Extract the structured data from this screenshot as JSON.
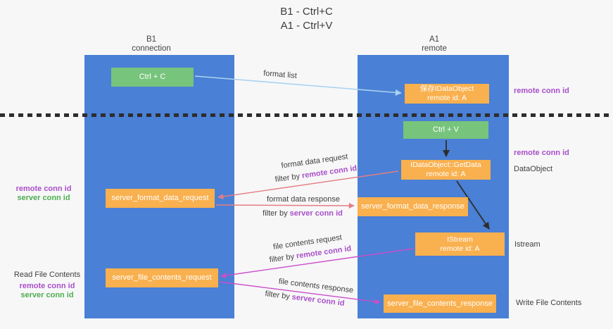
{
  "title": {
    "line1": "B1 - Ctrl+C",
    "line2": "A1 - Ctrl+V"
  },
  "columns": {
    "left": {
      "name": "B1",
      "role": "connection"
    },
    "right": {
      "name": "A1",
      "role": "remote"
    }
  },
  "nodes": {
    "ctrl_c": {
      "label": "Ctrl + C"
    },
    "save_dataobject": {
      "line1": "保存IDataObject",
      "line2": "remote id: A"
    },
    "ctrl_v": {
      "label": "Ctrl + V"
    },
    "getdata": {
      "line1": "IDataObject::GetData",
      "line2": "remote id: A"
    },
    "server_format_data_request": {
      "label": "server_format_data_request"
    },
    "server_format_data_response": {
      "label": "server_format_data_response"
    },
    "istream": {
      "line1": "IStream",
      "line2": "remote id: A"
    },
    "server_file_contents_request": {
      "label": "server_file_contents_request"
    },
    "server_file_contents_response": {
      "label": "server_file_contents_response"
    }
  },
  "right_labels": {
    "remote_conn_id_1": "remote conn id",
    "remote_conn_id_2": "remote conn id",
    "dataobject": "DataObject",
    "istream": "Istream",
    "write_file_contents": "Write File Contents"
  },
  "left_labels": {
    "remote_conn_id_1": "remote conn id",
    "server_conn_id_1": "server conn id",
    "read_file_contents": "Read File Contents",
    "remote_conn_id_2": "remote conn id",
    "server_conn_id_2": "server conn id"
  },
  "arrow_labels": {
    "format_list": "format list",
    "format_data_request": "format data request",
    "filter_remote_1": {
      "prefix": "filter by ",
      "value": "remote conn id"
    },
    "format_data_response": "format data response",
    "filter_server_1": {
      "prefix": "filter by ",
      "value": "server conn id"
    },
    "file_contents_request": "file contents request",
    "filter_remote_2": {
      "prefix": "filter by ",
      "value": "remote conn id"
    },
    "file_contents_response": "file contents response",
    "filter_server_2": {
      "prefix": "filter by ",
      "value": "server conn id"
    }
  },
  "colors": {
    "background": "#f7f7f8",
    "column_blue": "#4a80d5",
    "node_green": "#77c47c",
    "node_orange": "#f9b04e",
    "purple_text": "#a94fc9",
    "green_text": "#4caf50",
    "arrow_salmon": "#e57d85",
    "arrow_magenta": "#cb4ecb",
    "arrow_lightblue": "#a9d2f0",
    "arrow_black": "#2d2d2d",
    "dark_text": "#3c3c3c",
    "dash_color": "#2d2d2d"
  }
}
